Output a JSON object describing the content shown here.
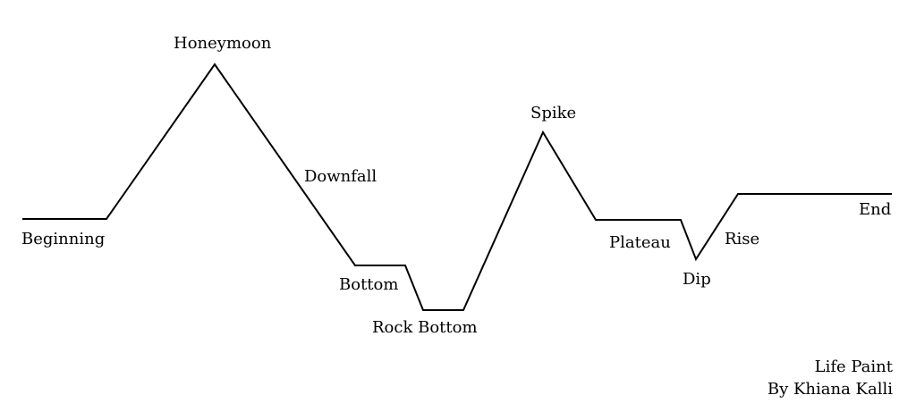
{
  "diagram": {
    "stages": {
      "beginning": "Beginning",
      "honeymoon": "Honeymoon",
      "downfall": "Downfall",
      "bottom": "Bottom",
      "rock_bottom": "Rock Bottom",
      "spike": "Spike",
      "plateau": "Plateau",
      "dip": "Dip",
      "rise": "Rise",
      "end": "End"
    },
    "line_color": "#000000"
  },
  "credits": {
    "title": "Life Paint",
    "author": "By Khiana Kalli"
  }
}
